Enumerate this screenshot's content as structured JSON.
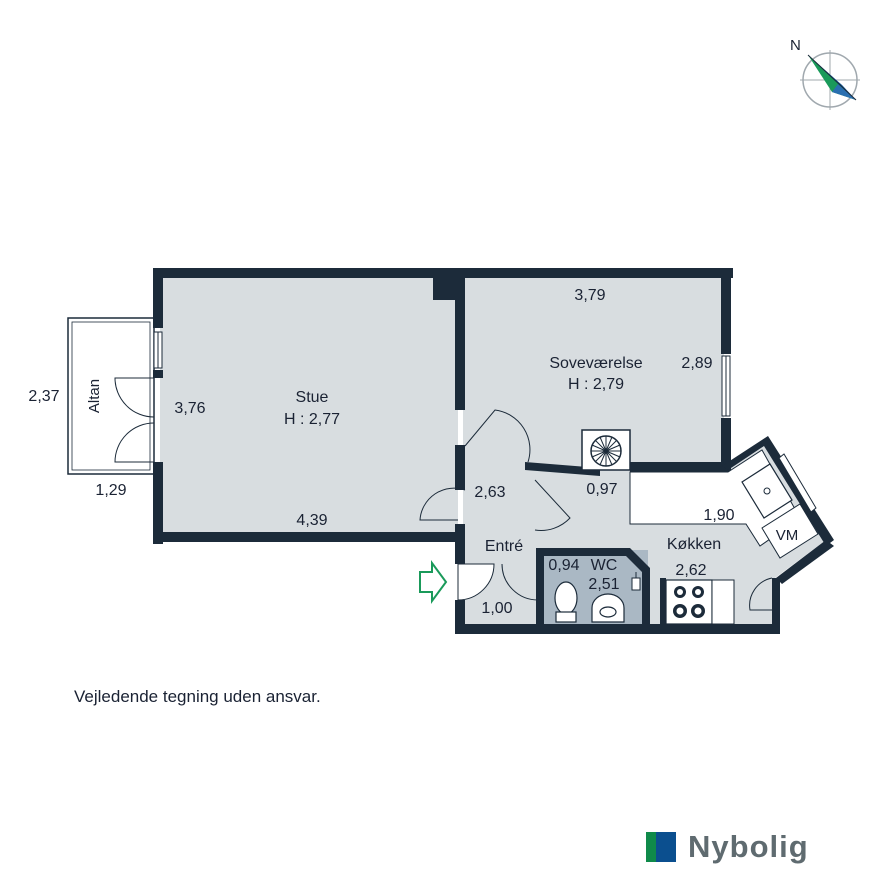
{
  "compass": {
    "north_label": "N",
    "icon": "compass-rose-icon"
  },
  "rooms": {
    "stue": {
      "name": "Stue",
      "height": "H : 2,77",
      "dim_width": "4,39",
      "dim_depth": "3,76"
    },
    "sovevaerelse": {
      "name": "Soveværelse",
      "height": "H : 2,79",
      "dim_width": "3,79",
      "dim_depth": "2,89"
    },
    "altan": {
      "name": "Altan",
      "dim_width": "1,29",
      "dim_depth": "2,37"
    },
    "entre": {
      "name": "Entré",
      "dim_a": "2,63",
      "dim_b": "1,00"
    },
    "wc": {
      "name": "WC",
      "dim_a": "0,94",
      "dim_b": "2,51"
    },
    "kokken": {
      "name": "Køkken",
      "dim_a": "2,62",
      "dim_b": "1,90",
      "dim_c": "0,97"
    },
    "vm": {
      "name": "VM"
    }
  },
  "disclaimer": "Vejledende tegning uden ansvar.",
  "logo": {
    "text": "Nybolig"
  },
  "colors": {
    "wall": "#1c2b3a",
    "floor": "#d8dde0",
    "wc_floor": "#aab8c4",
    "entrance_arrow": "#1a9a5a",
    "compass_green": "#1a9a5a",
    "compass_blue": "#0b4f8f"
  }
}
